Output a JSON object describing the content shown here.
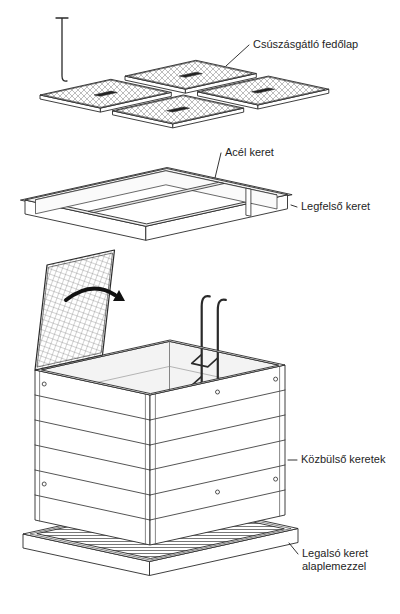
{
  "diagram": {
    "labels": [
      "Csúszásgátló fedőlap",
      "Acél keret",
      "Legfelső keret",
      "Közbülső keretek",
      "Legalsó keret alaplemezzel"
    ]
  }
}
